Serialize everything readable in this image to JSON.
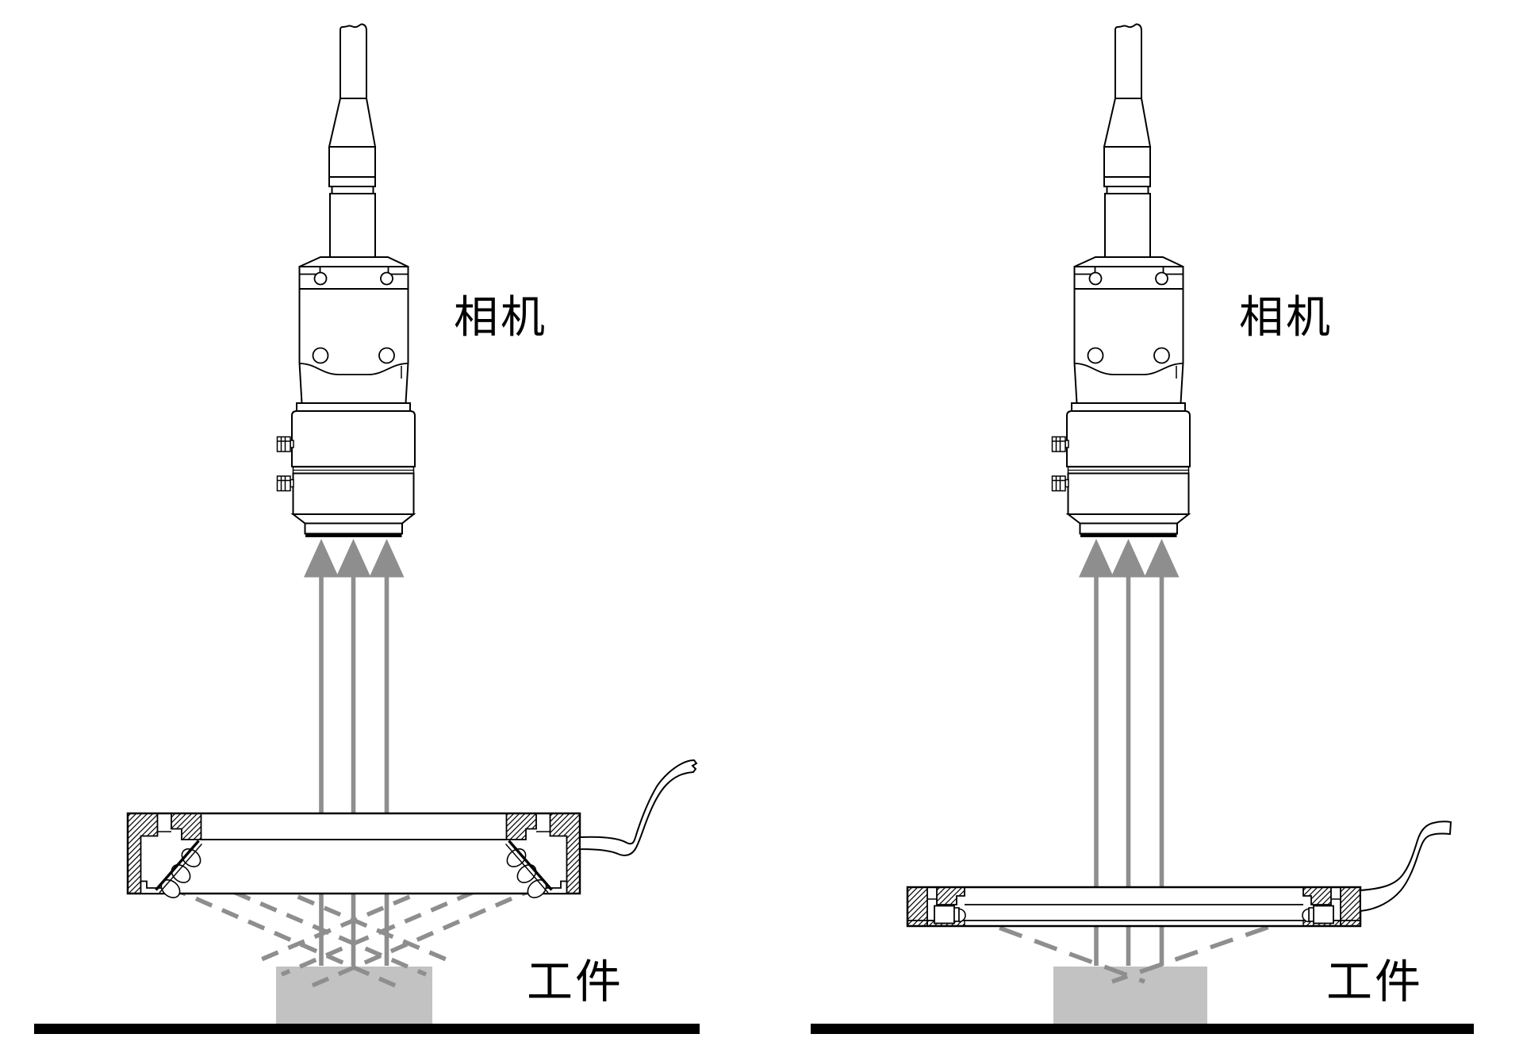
{
  "page": {
    "background": "#ffffff"
  },
  "colors": {
    "line": "#000000",
    "ray_gray": "#8e8e8e",
    "workpiece_gray": "#c2c2c2",
    "ground_black": "#000000"
  },
  "left_diagram": {
    "camera_label": "相机",
    "workpiece_label": "工件"
  },
  "right_diagram": {
    "camera_label": "相机",
    "workpiece_label": "工件"
  }
}
